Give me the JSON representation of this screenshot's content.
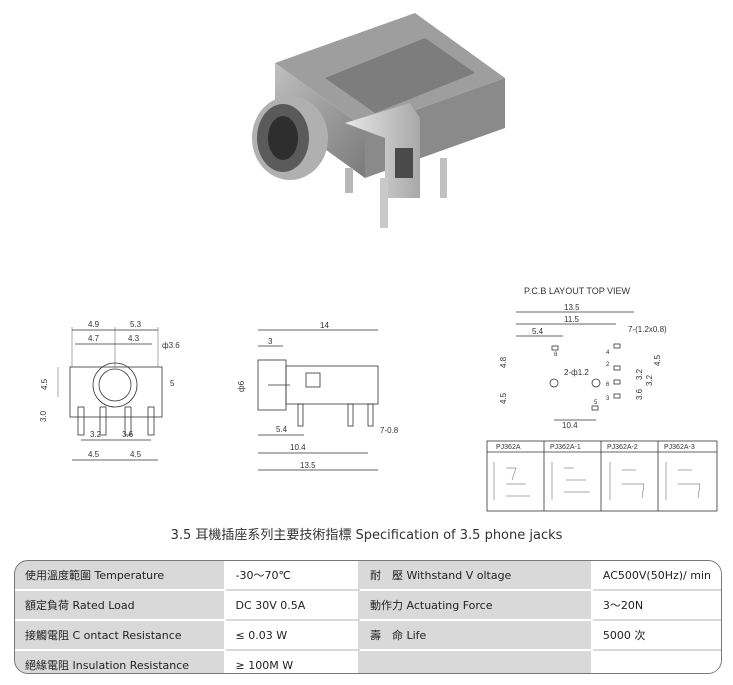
{
  "drawings": {
    "pcb_header": "P.C.B LAYOUT    TOP VIEW",
    "front": {
      "dims": [
        "4.9",
        "5.3",
        "4.7",
        "4.3",
        "ф3.6",
        "4.5",
        "5",
        "3.0",
        "3.2",
        "3.6",
        "4.5",
        "4.5"
      ]
    },
    "side": {
      "dims": [
        "14",
        "3",
        "ф6",
        "5.4",
        "7-0.8",
        "10.4",
        "13.5"
      ]
    },
    "pcb": {
      "dims": [
        "13.5",
        "11.5",
        "5.4",
        "7-(1.2x0.8)",
        "4.8",
        "2-ф1.2",
        "4.5",
        "3.2",
        "3.2",
        "3.6",
        "4.5",
        "10.4"
      ],
      "pins": [
        "8",
        "4",
        "2",
        "6",
        "3",
        "5"
      ]
    },
    "schematics": [
      "PJ362A",
      "PJ362A-1",
      "PJ362A-2",
      "PJ362A-3"
    ]
  },
  "title": "3.5 耳機插座系列主要技術指標 Specification of 3.5 phone jacks",
  "spec_table": {
    "rows": [
      {
        "label": "使用溫度範圍 Temperature",
        "value": "-30～70℃",
        "label2": "耐　壓  Withstand V oltage",
        "value2": "AC500V(50Hz)/ min"
      },
      {
        "label": "額定負荷  Rated Load",
        "value": "DC  30V  0.5A",
        "label2": "動作力  Actuating Force",
        "value2": "3～20N"
      },
      {
        "label": "接觸電阻  C ontact Resistance",
        "value": "≤ 0.03 W",
        "label2": "壽　命  Life",
        "value2": "5000 次"
      },
      {
        "label": "絕緣電阻  Insulation Resistance",
        "value": "≥ 100M W",
        "label2": "",
        "value2": ""
      }
    ]
  }
}
